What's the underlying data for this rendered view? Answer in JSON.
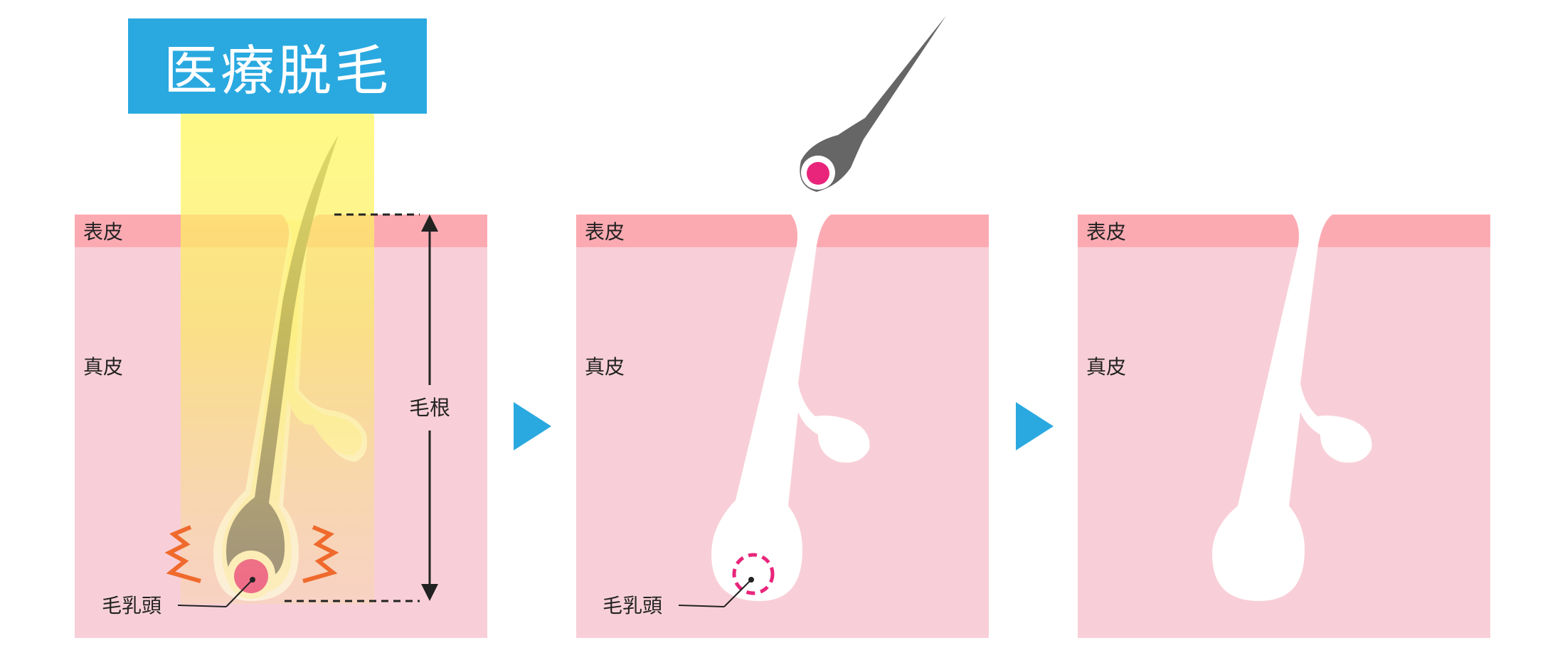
{
  "title": "医療脱毛",
  "labels": {
    "epidermis": "表皮",
    "dermis": "真皮",
    "hair_root": "毛根",
    "dermal_papilla": "毛乳頭"
  },
  "colors": {
    "title_bg": "#2aa9e0",
    "epidermis": "#fcaab2",
    "dermis": "#f8cfd8",
    "hair": "#666666",
    "papilla": "#e8257b",
    "light_beam": "#fff96a",
    "heat_mark": "#ef6a2c",
    "arrow": "#2aa9e0",
    "sheath": "#fffbd0"
  },
  "panels": [
    {
      "stage": "laser-irradiation"
    },
    {
      "stage": "hair-shed"
    },
    {
      "stage": "empty-follicle"
    }
  ],
  "icons": {
    "next_step": "triangle-right-icon",
    "heat": "heat-burst-icon"
  }
}
